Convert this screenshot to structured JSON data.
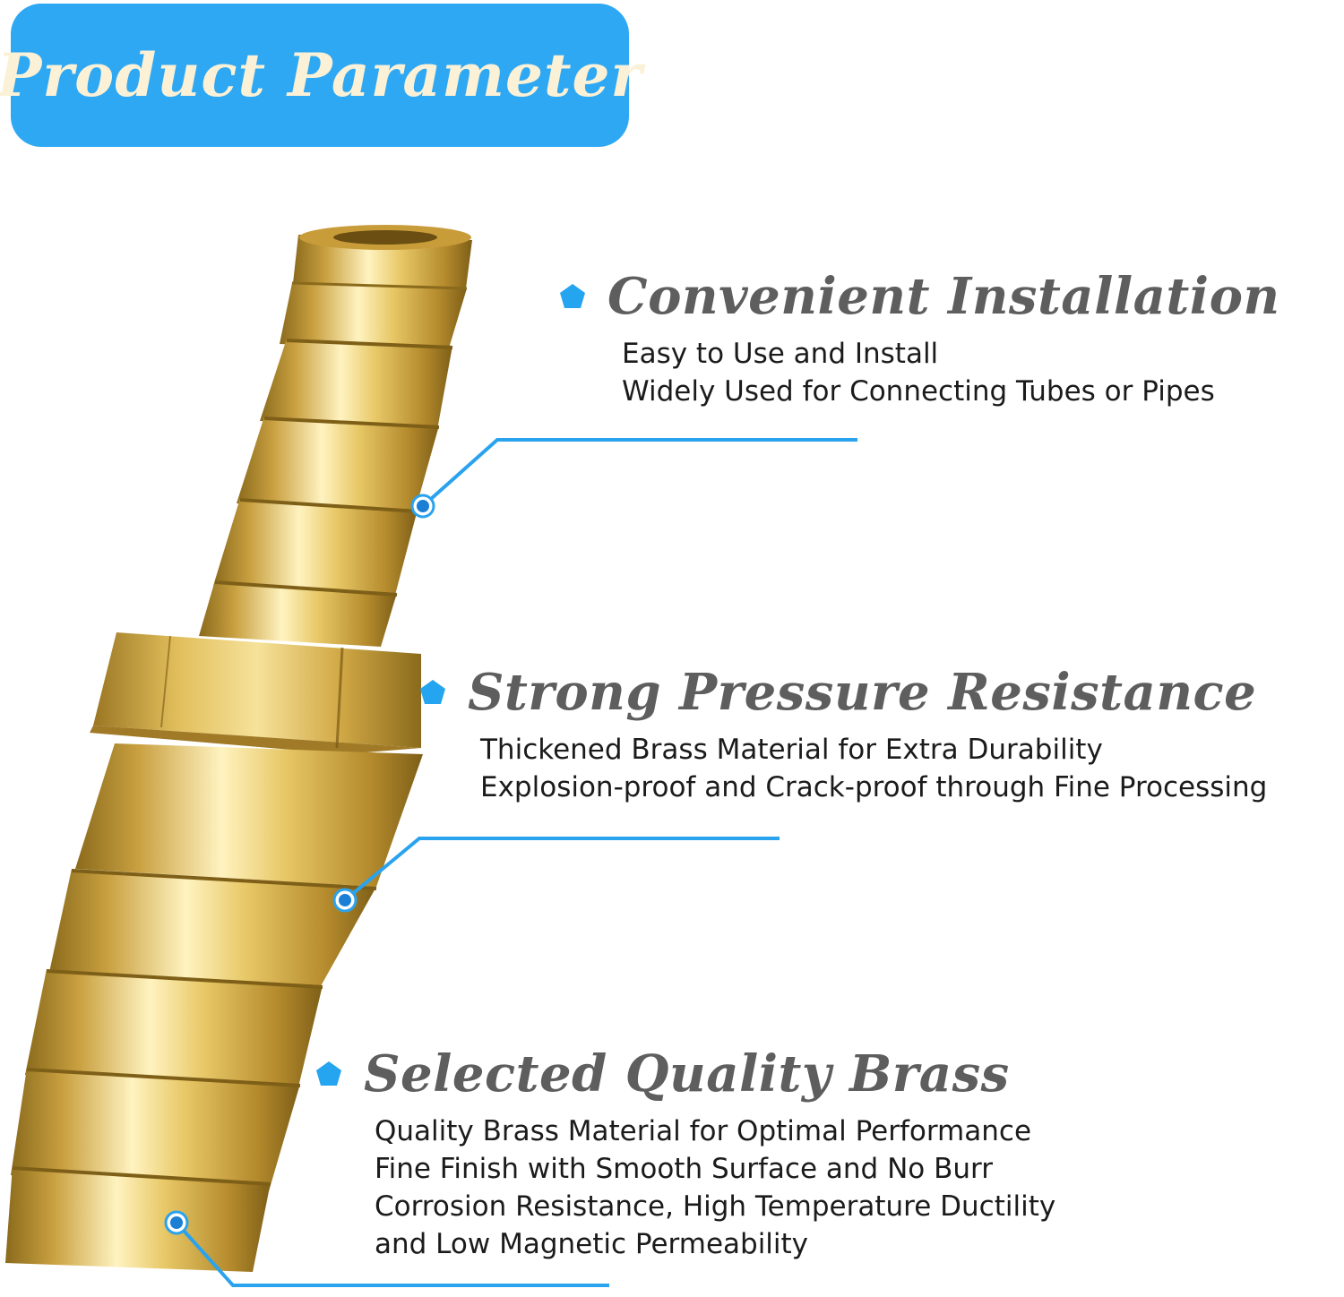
{
  "banner": {
    "title": "Product Parameter"
  },
  "features": [
    {
      "title": "Convenient Installation",
      "lines": [
        "Easy to Use and Install",
        "Widely Used for Connecting Tubes or Pipes"
      ]
    },
    {
      "title": "Strong Pressure Resistance",
      "lines": [
        "Thickened Brass Material for Extra Durability",
        "Explosion-proof and Crack-proof through Fine Processing"
      ]
    },
    {
      "title": "Selected Quality Brass",
      "lines": [
        "Quality Brass Material for Optimal Performance",
        "Fine Finish with Smooth Surface and No Burr",
        "Corrosion Resistance, High Temperature Ductility",
        "and Low Magnetic Permeability"
      ]
    }
  ],
  "colors": {
    "banner": "#2fa8f3",
    "bullet": "#25a4ef",
    "callout_line": "#2aa3ee",
    "callout_dot": "#1b7fd6",
    "brass": "#d8b04a",
    "title_text": "#5e5e5e"
  },
  "icons": {
    "bullet": "pentagon-bullet-icon"
  }
}
